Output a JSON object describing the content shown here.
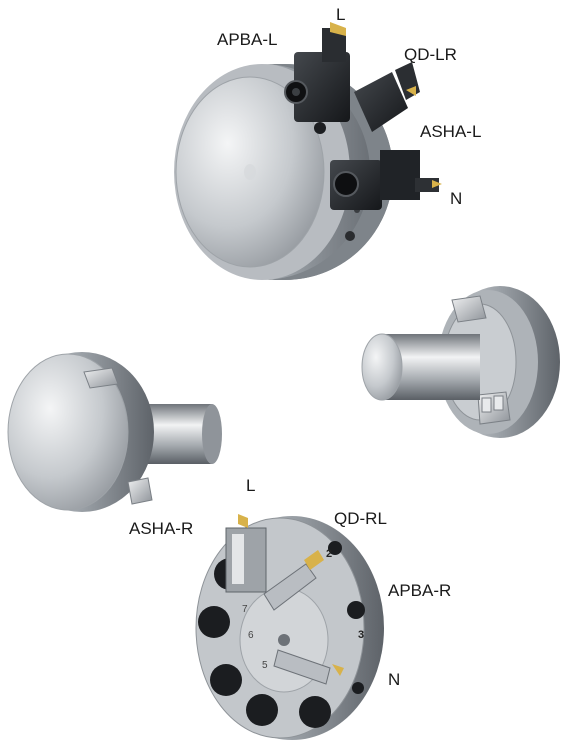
{
  "labels": {
    "top_l": "L",
    "top_apba_l": "APBA-L",
    "top_qd_lr": "QD-LR",
    "top_asha_l": "ASHA-L",
    "top_n": "N",
    "bottom_l": "L",
    "bottom_asha_r": "ASHA-R",
    "bottom_qd_rl": "QD-RL",
    "bottom_apba_r": "APBA-R",
    "bottom_n": "N"
  },
  "disc_numbers": {
    "two": "2",
    "three": "3",
    "seven": "7",
    "six": "6",
    "five": "5"
  },
  "colors": {
    "metal_light": "#e8eaec",
    "metal_mid": "#a9adb2",
    "metal_dark": "#5c6066",
    "tool_black": "#1d1f22",
    "insert_gold": "#d8b24a"
  }
}
